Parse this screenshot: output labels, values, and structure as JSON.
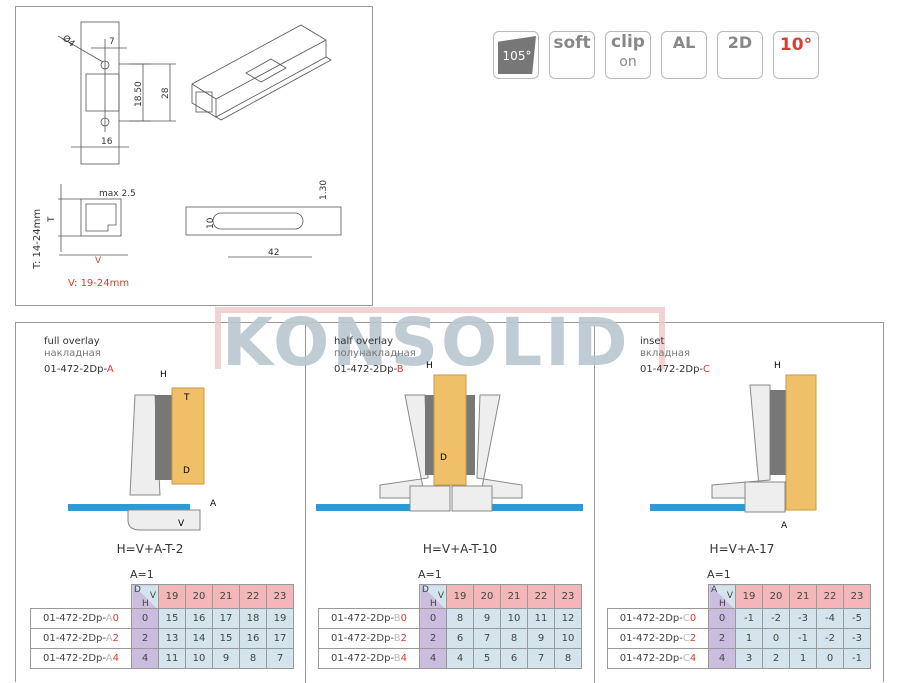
{
  "logo": {
    "text": "KONSOLID"
  },
  "drawing": {
    "dims": {
      "hole": "Ø4",
      "d7": "7",
      "d18_50": "18.50",
      "d28": "28",
      "d16": "16",
      "max": "max 2.5",
      "t": "T",
      "v": "V",
      "d130": "1.30",
      "d10": "10",
      "d42": "42"
    },
    "t_range": "T: 14-24mm",
    "v_range": "V: 19-24mm"
  },
  "features": [
    {
      "name": "105-degree",
      "label": "105°"
    },
    {
      "name": "soft-close",
      "label": "soft"
    },
    {
      "name": "clip-on",
      "label": "clip",
      "sub": "on"
    },
    {
      "name": "aluminium-frame",
      "label": "AL"
    },
    {
      "name": "2d-adjust",
      "label": "2D"
    },
    {
      "name": "10-degree",
      "label": "10°"
    }
  ],
  "colors": {
    "accent": "#e03a2f",
    "header": "#f4b6b9",
    "dh": "#cbbde0",
    "value": "#d3e4ec",
    "door": "#f0c068",
    "glass": "#2a9bd6"
  },
  "panels": [
    {
      "title": "full overlay",
      "title_ru": "накладная",
      "code": "01-472-2Dp-",
      "suffix": "A",
      "formula": "H=V+A-T-2",
      "a": "A=1",
      "corner": [
        "D",
        "V",
        "H"
      ],
      "headers": [
        "19",
        "20",
        "21",
        "22",
        "23"
      ],
      "rows": [
        {
          "code": "01-472-2Dp-",
          "l": "A",
          "n": "0",
          "h": "0",
          "vals": [
            "15",
            "16",
            "17",
            "18",
            "19"
          ]
        },
        {
          "code": "01-472-2Dp-",
          "l": "A",
          "n": "2",
          "h": "2",
          "vals": [
            "13",
            "14",
            "15",
            "16",
            "17"
          ]
        },
        {
          "code": "01-472-2Dp-",
          "l": "A",
          "n": "4",
          "h": "4",
          "vals": [
            "11",
            "10",
            "9",
            "8",
            "7"
          ]
        }
      ]
    },
    {
      "title": "half overlay",
      "title_ru": "полунакладная",
      "code": "01-472-2Dp-",
      "suffix": "B",
      "formula": "H=V+A-T-10",
      "a": "A=1",
      "corner": [
        "D",
        "V",
        "H"
      ],
      "headers": [
        "19",
        "20",
        "21",
        "22",
        "23"
      ],
      "rows": [
        {
          "code": "01-472-2Dp-",
          "l": "B",
          "n": "0",
          "h": "0",
          "vals": [
            "8",
            "9",
            "10",
            "11",
            "12"
          ]
        },
        {
          "code": "01-472-2Dp-",
          "l": "B",
          "n": "2",
          "h": "2",
          "vals": [
            "6",
            "7",
            "8",
            "9",
            "10"
          ]
        },
        {
          "code": "01-472-2Dp-",
          "l": "B",
          "n": "4",
          "h": "4",
          "vals": [
            "4",
            "5",
            "6",
            "7",
            "8"
          ]
        }
      ]
    },
    {
      "title": "inset",
      "title_ru": "вкладная",
      "code": "01-472-2Dp-",
      "suffix": "C",
      "formula": "H=V+A-17",
      "a": "A=1",
      "corner": [
        "A",
        "V",
        "H"
      ],
      "headers": [
        "19",
        "20",
        "21",
        "22",
        "23"
      ],
      "rows": [
        {
          "code": "01-472-2Dp-",
          "l": "C",
          "n": "0",
          "h": "0",
          "vals": [
            "-1",
            "-2",
            "-3",
            "-4",
            "-5"
          ]
        },
        {
          "code": "01-472-2Dp-",
          "l": "C",
          "n": "2",
          "h": "2",
          "vals": [
            "1",
            "0",
            "-1",
            "-2",
            "-3"
          ]
        },
        {
          "code": "01-472-2Dp-",
          "l": "C",
          "n": "4",
          "h": "4",
          "vals": [
            "3",
            "2",
            "1",
            "0",
            "-1"
          ]
        }
      ]
    }
  ],
  "diagram_labels": {
    "h": "H",
    "t": "T",
    "d": "D",
    "a": "A",
    "v": "V"
  }
}
